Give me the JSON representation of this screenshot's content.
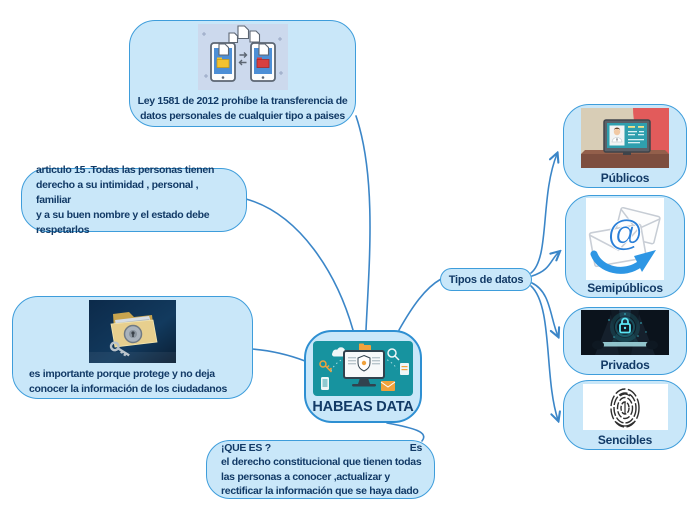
{
  "app": {
    "description": "Mind map about HABEAS DATA"
  },
  "colors": {
    "node_fill": "#c9e7f9",
    "node_border": "#3e9ddb",
    "root_border": "#2e8fd2",
    "connector": "#3b86c8",
    "text": "#123a66"
  },
  "icons": {
    "at_symbol": "@"
  },
  "root": {
    "label": "HABEAS DATA"
  },
  "nodes": {
    "ley": {
      "lines": [
        "Ley 1581 de 2012 prohíbe la transferencia de",
        "datos personales de cualquier tipo a paises"
      ]
    },
    "articulo": {
      "lines": [
        "articulo 15 .Todas las personas tienen",
        "derecho a su intimidad , personal , familiar",
        "y a su buen nombre y el estado debe",
        "respetarlos"
      ]
    },
    "importancia": {
      "lines": [
        "es importante porque protege y  no deja",
        "conocer la información de los ciudadanos"
      ]
    },
    "que_es": {
      "line1_left": "¡QUE ES ?",
      "line1_right": "Es",
      "lines": [
        "el derecho  constitucional que tienen todas",
        "las personas a conocer ,actualizar y",
        "rectificar la información que se haya dado"
      ]
    },
    "tipos": {
      "label": "Tipos de datos"
    },
    "publicos": {
      "label": "Públicos"
    },
    "semipublicos": {
      "label": "Semipúblicos"
    },
    "privados": {
      "label": "Privados"
    },
    "sencibles": {
      "label": "Sencibles"
    }
  }
}
